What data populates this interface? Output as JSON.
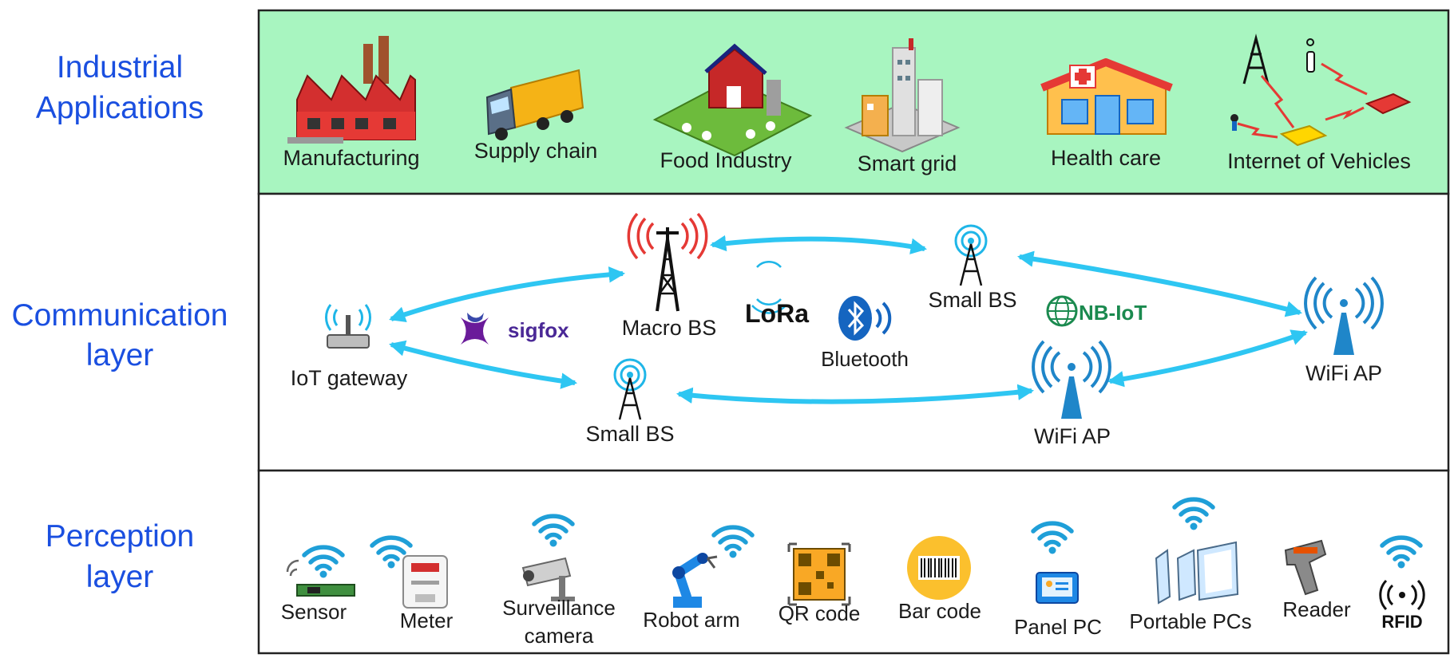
{
  "layers": {
    "applications": {
      "label_line1": "Industrial",
      "label_line2": "Applications"
    },
    "communication": {
      "label_line1": "Communication",
      "label_line2": "layer"
    },
    "perception": {
      "label_line1": "Perception",
      "label_line2": "layer"
    }
  },
  "applications": [
    {
      "icon": "factory-icon",
      "label": "Manufacturing"
    },
    {
      "icon": "truck-icon",
      "label": "Supply chain"
    },
    {
      "icon": "farm-icon",
      "label": "Food Industry"
    },
    {
      "icon": "city-icon",
      "label": "Smart grid"
    },
    {
      "icon": "hospital-icon",
      "label": "Health care"
    },
    {
      "icon": "vehicle-network-icon",
      "label": "Internet of Vehicles"
    }
  ],
  "communication": {
    "nodes": {
      "gateway": {
        "icon": "router-icon",
        "label": "IoT gateway"
      },
      "macro_bs": {
        "icon": "cell-tower-icon",
        "label": "Macro BS"
      },
      "small_bs_top": {
        "icon": "antenna-icon",
        "label": "Small BS"
      },
      "small_bs_bottom": {
        "icon": "antenna-icon",
        "label": "Small BS"
      },
      "wifi_ap_right": {
        "icon": "wifi-ap-icon",
        "label": "WiFi AP"
      },
      "wifi_ap_bottom": {
        "icon": "wifi-ap-icon",
        "label": "WiFi AP"
      }
    },
    "technologies": {
      "sigfox": "sigfox",
      "lora": "LoRa",
      "bluetooth": "Bluetooth",
      "nbiot": "NB-IoT"
    }
  },
  "perception": [
    {
      "icon": "sensor-icon",
      "label": "Sensor"
    },
    {
      "icon": "meter-icon",
      "label": "Meter"
    },
    {
      "icon": "camera-icon",
      "label_line1": "Surveillance",
      "label_line2": "camera"
    },
    {
      "icon": "robot-arm-icon",
      "label": "Robot arm"
    },
    {
      "icon": "qr-code-icon",
      "label": "QR code"
    },
    {
      "icon": "barcode-icon",
      "label": "Bar code"
    },
    {
      "icon": "panel-pc-icon",
      "label": "Panel PC"
    },
    {
      "icon": "portable-pc-icon",
      "label": "Portable PCs"
    },
    {
      "icon": "reader-icon",
      "label": "Reader"
    },
    {
      "icon": "rfid-icon",
      "label": "RFID"
    }
  ],
  "colors": {
    "layer_label": "#1a4fe0",
    "app_band": "#a8f5c0",
    "link": "#2ec6f2",
    "wifi": "#1f9fd8"
  }
}
